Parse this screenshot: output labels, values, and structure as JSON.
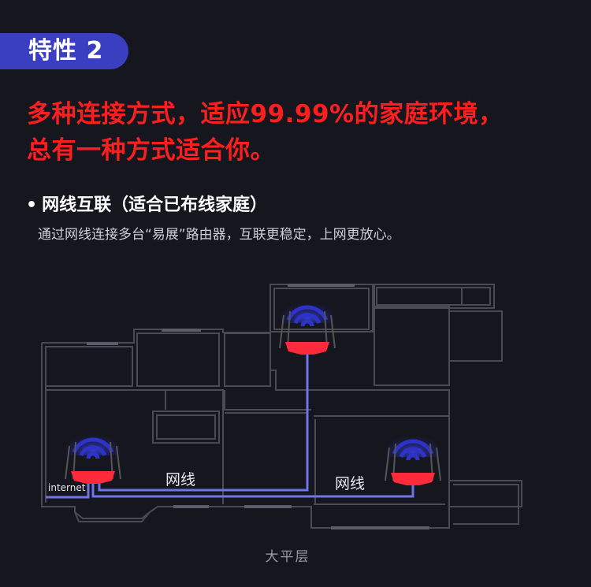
{
  "badge": {
    "text": "特性 2"
  },
  "headline": {
    "line1": "多种连接方式，适应99.99%的家庭环境，",
    "line2": "总有一种方式适合你。"
  },
  "feature": {
    "bullet": "•",
    "title": "网线互联（适合已布线家庭）",
    "description": "通过网线连接多台“易展”路由器，互联更稳定，上网更放心。"
  },
  "diagram": {
    "cable_label_1": "网线",
    "cable_label_2": "网线",
    "internet_label": "internet",
    "caption": "大平层",
    "routers": [
      "router-main",
      "router-top",
      "router-right"
    ]
  },
  "colors": {
    "background": "#16161f",
    "badge": "#3a3ec0",
    "headline": "#ff1e1e",
    "cable": "#6f74e8",
    "router": "#ff2a3a",
    "wifi": "#2d33c9"
  }
}
